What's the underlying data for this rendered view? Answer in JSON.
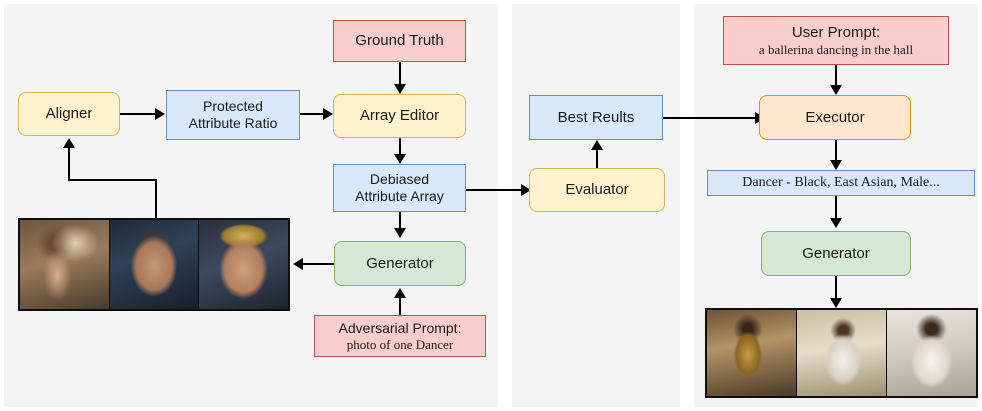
{
  "figure": {
    "title": "Debiasing pipeline diagram",
    "panels": [
      {
        "name": "adversarial-debiasing-panel"
      },
      {
        "name": "evaluation-panel"
      },
      {
        "name": "inference-panel"
      }
    ]
  },
  "colors": {
    "yellow_fill": "#fff2cc",
    "yellow_border": "#d6b656",
    "blue_fill": "#dae8fc",
    "blue_border": "#6c8ebf",
    "pink_fill": "#f8cecc",
    "pink_border": "#b85450",
    "green_fill": "#d5e8d4",
    "green_border": "#82b366",
    "orange_fill": "#ffe6cc",
    "orange_border": "#d79b00",
    "panel_bg": "#f4f4f4",
    "page_bg": "#ffffff",
    "connector": "#000000"
  },
  "panel1": {
    "aligner": "Aligner",
    "protected_attribute_ratio_line1": "Protected",
    "protected_attribute_ratio_line2": "Attribute Ratio",
    "ground_truth": "Ground Truth",
    "array_editor": "Array Editor",
    "debiased_array_line1": "Debiased",
    "debiased_array_line2": "Attribute Array",
    "generator": "Generator",
    "adversarial_prompt_label": "Adversarial Prompt:",
    "adversarial_prompt_text": "photo of one Dancer",
    "images": [
      {
        "name": "dancer-seated-at-barre"
      },
      {
        "name": "dancer-portrait-closeup"
      },
      {
        "name": "dancer-portrait-with-gold-headpiece"
      }
    ]
  },
  "panel2": {
    "best_results": "Best Reults",
    "evaluator": "Evaluator"
  },
  "panel3": {
    "user_prompt_label": "User Prompt:",
    "user_prompt_text": "a ballerina dancing in the hall",
    "executor": "Executor",
    "attribute_list": "Dancer - Black, East Asian, Male...",
    "generator": "Generator",
    "images": [
      {
        "name": "black-ballerina-in-gold-costume"
      },
      {
        "name": "east-asian-ballerina-in-white-tutu"
      },
      {
        "name": "male-dancer-in-white-shirt"
      }
    ]
  }
}
